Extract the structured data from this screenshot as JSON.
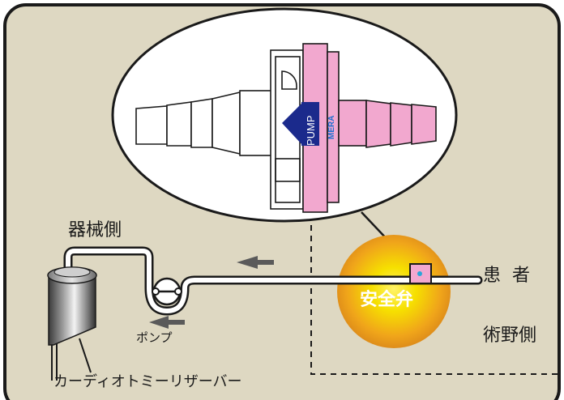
{
  "labels": {
    "machine_side": "器械側",
    "patient": "患者",
    "surgical_side": "術野側",
    "pump": "ポンプ",
    "reservoir": "カーディオトミーリザーバー",
    "safety_valve": "安全弁",
    "pump_marking": "PUMP",
    "brand_marking": "MERA"
  },
  "colors": {
    "frame_bg": "#ded8c2",
    "frame_border": "#1a1a1a",
    "valve_pink": "#f2a8cf",
    "pump_arrow": "#1b2a8c",
    "glow_center": "#f3e600",
    "glow_edge": "#e58a14",
    "flow_arrow": "#5a5a5a"
  },
  "icons": [
    "flow-arrow-icon",
    "pump-arrow-icon"
  ]
}
